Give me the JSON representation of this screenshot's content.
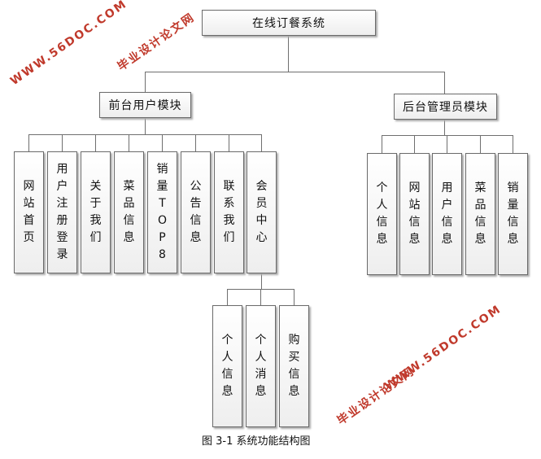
{
  "root": {
    "label": "在线订餐系统"
  },
  "front": {
    "label": "前台用户模块",
    "children": [
      "网站首页",
      "用户注册登录",
      "关于我们",
      "菜品信息",
      "销量TOP8",
      "公告信息",
      "联系我们",
      "会员中心"
    ]
  },
  "member_center": {
    "children": [
      "个人信息",
      "个人消息",
      "购买信息"
    ]
  },
  "back": {
    "label": "后台管理员模块",
    "children": [
      "个人信息",
      "网站信息",
      "用户信息",
      "菜品信息",
      "销量信息"
    ]
  },
  "caption": "图 3-1  系统功能结构图",
  "watermark": {
    "site": "WWW.56DOC.COM",
    "name": "毕业设计论文网",
    "color": "#c0392b"
  }
}
